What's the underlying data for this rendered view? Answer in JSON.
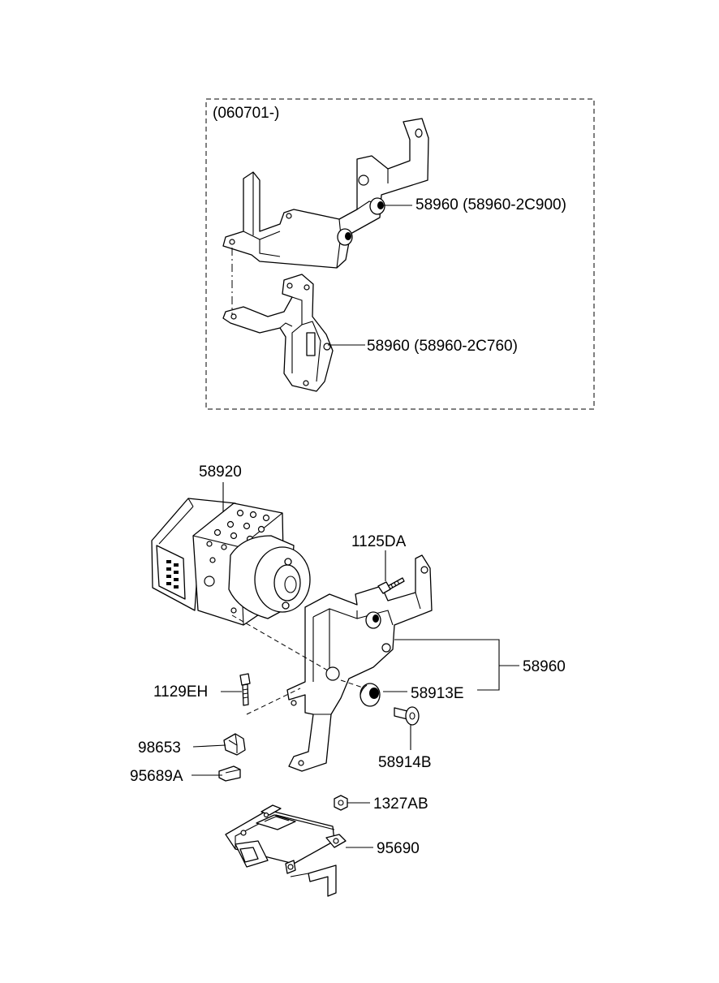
{
  "inset": {
    "date_code": "(060701-)",
    "labels": [
      {
        "part_no": "58960",
        "detail": "(58960-2C900)"
      },
      {
        "part_no": "58960",
        "detail": "(58960-2C760)"
      }
    ]
  },
  "main": {
    "labels": {
      "hecu": "58920",
      "bolt_top": "1125DA",
      "bracket": "58960",
      "bolt_left": "1129EH",
      "bushing": "58913E",
      "collar": "58914B",
      "clip": "98653",
      "clip2": "95689A",
      "nut": "1327AB",
      "sensor": "95690"
    }
  }
}
